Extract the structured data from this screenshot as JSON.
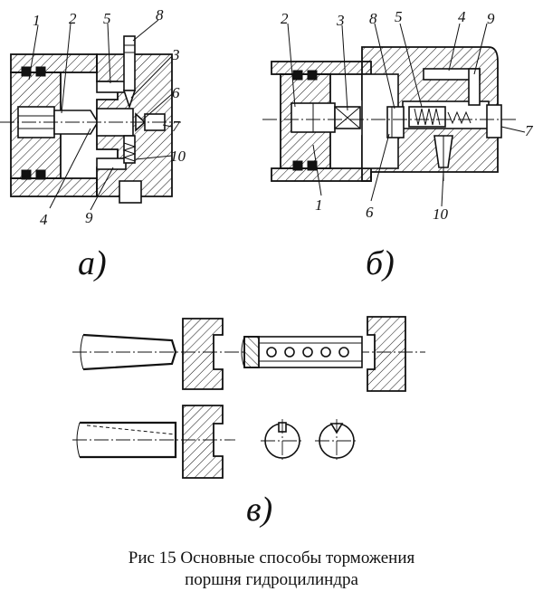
{
  "figure": {
    "caption_line1": "Рис 15 Основные способы торможения",
    "caption_line2": "поршня гидроцилиндра",
    "sub_a": "а)",
    "sub_b": "б)",
    "sub_c": "в)"
  },
  "labels_a": [
    "1",
    "2",
    "5",
    "8",
    "3",
    "6",
    "7",
    "10",
    "4",
    "9"
  ],
  "labels_b": [
    "2",
    "3",
    "8",
    "5",
    "4",
    "9",
    "7",
    "1",
    "6",
    "10"
  ]
}
